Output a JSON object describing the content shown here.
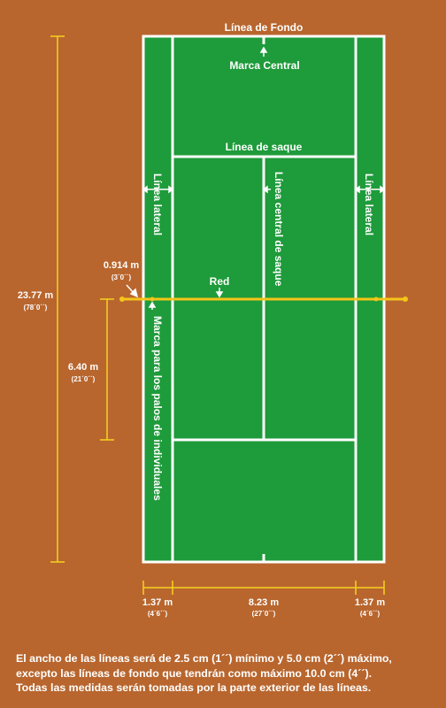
{
  "colors": {
    "background": "#b8662e",
    "court": "#1e9b3a",
    "lines": "#ffffff",
    "dimension": "#f5d21e",
    "net": "#f5c518"
  },
  "labels": {
    "baseline": "Línea de Fondo",
    "center_mark": "Marca Central",
    "service_line": "Línea de saque",
    "sideline_left": "Línea lateral",
    "sideline_right": "Línea lateral",
    "center_service_line": "Línea central de saque",
    "net": "Red",
    "singles_posts_mark": "Marca para los palos de individuales"
  },
  "dimensions": {
    "total_length": {
      "metric": "23.77 m",
      "imperial": "(78´0´´)"
    },
    "post_offset": {
      "metric": "0.914 m",
      "imperial": "(3´0´´)"
    },
    "service_box_length": {
      "metric": "6.40 m",
      "imperial": "(21´0´´)"
    },
    "alley_left": {
      "metric": "1.37 m",
      "imperial": "(4´6´´)"
    },
    "singles_width": {
      "metric": "8.23 m",
      "imperial": "(27´0´´)"
    },
    "alley_right": {
      "metric": "1.37 m",
      "imperial": "(4´6´´)"
    }
  },
  "note": {
    "line1": "El ancho de las líneas será de 2.5 cm (1´´) mínimo y 5.0 cm (2´´) máximo,",
    "line2": "excepto las líneas de fondo que tendrán como máximo 10.0 cm (4´´).",
    "line3": "Todas las medidas serán tomadas por la parte exterior de las líneas."
  }
}
